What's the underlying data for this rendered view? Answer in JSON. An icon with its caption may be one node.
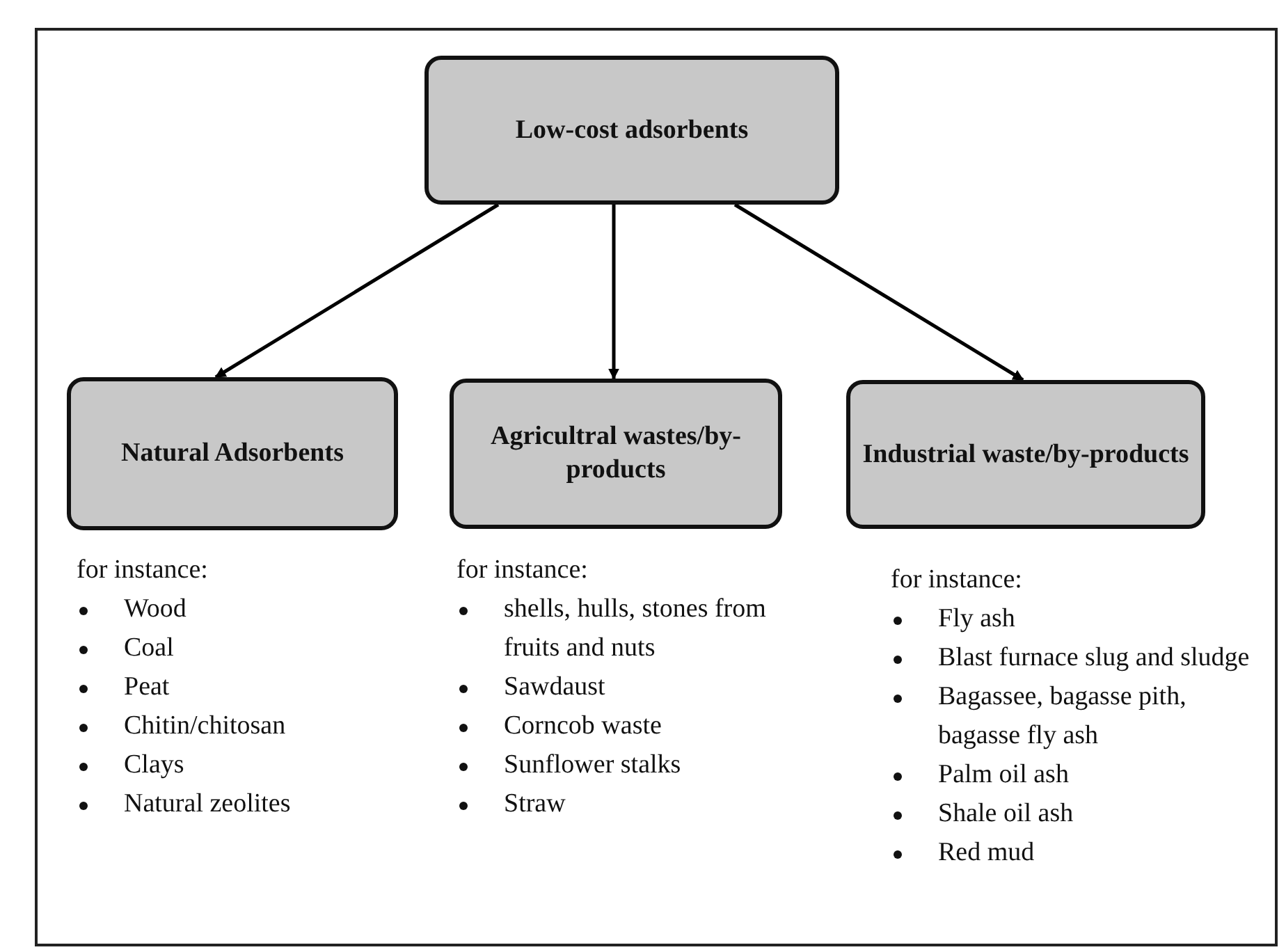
{
  "diagram": {
    "nodes": [
      {
        "text": [
          "Low-cost adsorbents"
        ]
      },
      {
        "text": [
          "Natural Adsorbents"
        ],
        "beside": [
          "for instance:",
          "Wood",
          "Coal",
          "Peat",
          "Chitin/chitosan",
          "Clays",
          "Natural zeolites"
        ]
      },
      {
        "text": [
          "Agricultral wastes/by-products"
        ],
        "beside": [
          "for instance:",
          "shells, hulls, stones from fruits and nuts",
          "Sawdaust",
          "Corncob waste",
          "Sunflower stalks",
          "Straw"
        ]
      },
      {
        "text": [
          "Industrial waste/by-products"
        ],
        "beside": [
          "for instance:",
          "Fly ash",
          "Blast furnace slug and sludge",
          "Bagassee, bagasse pith, bagasse fly ash",
          "Palm oil ash",
          "Shale oil ash",
          "Red mud"
        ]
      }
    ],
    "edges": [
      {
        "from": 0,
        "to": 1,
        "arrow": "to"
      },
      {
        "from": 0,
        "to": 2,
        "arrow": "to"
      },
      {
        "from": 0,
        "to": 3,
        "arrow": "to"
      }
    ]
  }
}
